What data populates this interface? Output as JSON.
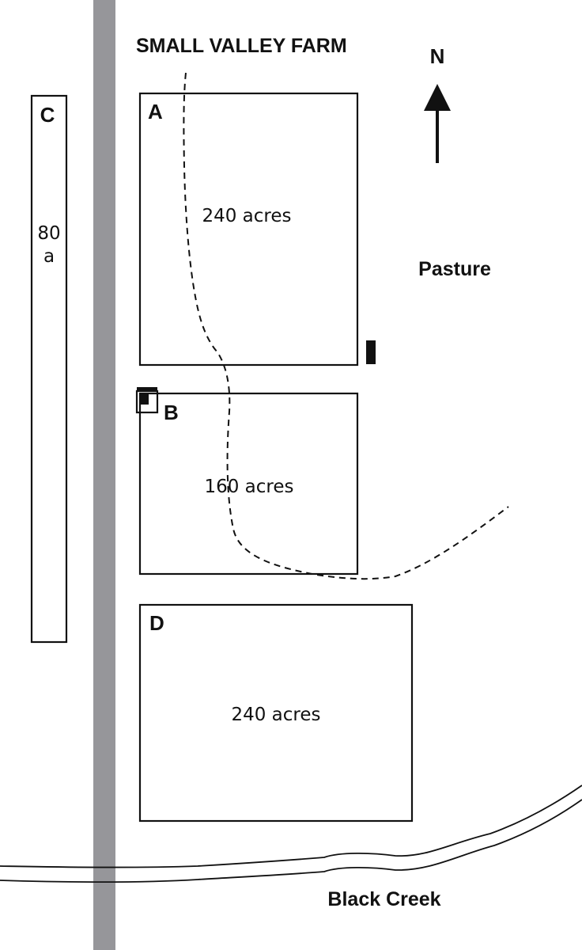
{
  "title": "SMALL VALLEY FARM",
  "compass": {
    "label": "N",
    "icon": "north-arrow-icon"
  },
  "parcels": [
    {
      "id": "A",
      "area": "240 acres"
    },
    {
      "id": "B",
      "area": "160 acres"
    },
    {
      "id": "C",
      "area_line1": "80",
      "area_line2": "a"
    },
    {
      "id": "D",
      "area": "240 acres"
    }
  ],
  "labels": {
    "pasture": "Pasture",
    "creek": "Black Creek"
  },
  "colors": {
    "road": "#96969a",
    "ink": "#111111",
    "background": "#ffffff"
  }
}
